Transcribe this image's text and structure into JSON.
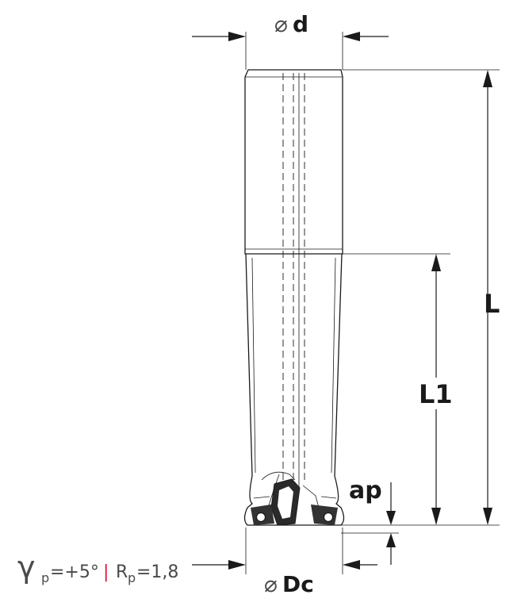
{
  "dimensions": {
    "shank_diameter": {
      "symbol": "⌀",
      "label": "d"
    },
    "cutting_diameter": {
      "symbol": "⌀",
      "label": "Dc"
    },
    "overall_length": {
      "label": "L"
    },
    "neck_length": {
      "label": "L1"
    },
    "depth_of_cut": {
      "label": "ap"
    }
  },
  "parameters": {
    "rake_symbol": "γ",
    "rake_subscript": "p",
    "rake_value": "=+5°",
    "separator": "|",
    "radius_symbol": "R",
    "radius_subscript": "p",
    "radius_value": "=1,8"
  },
  "colors": {
    "separator": "#e0143c",
    "line": "#1a1a1a",
    "text_secondary": "#4a4a4a"
  }
}
